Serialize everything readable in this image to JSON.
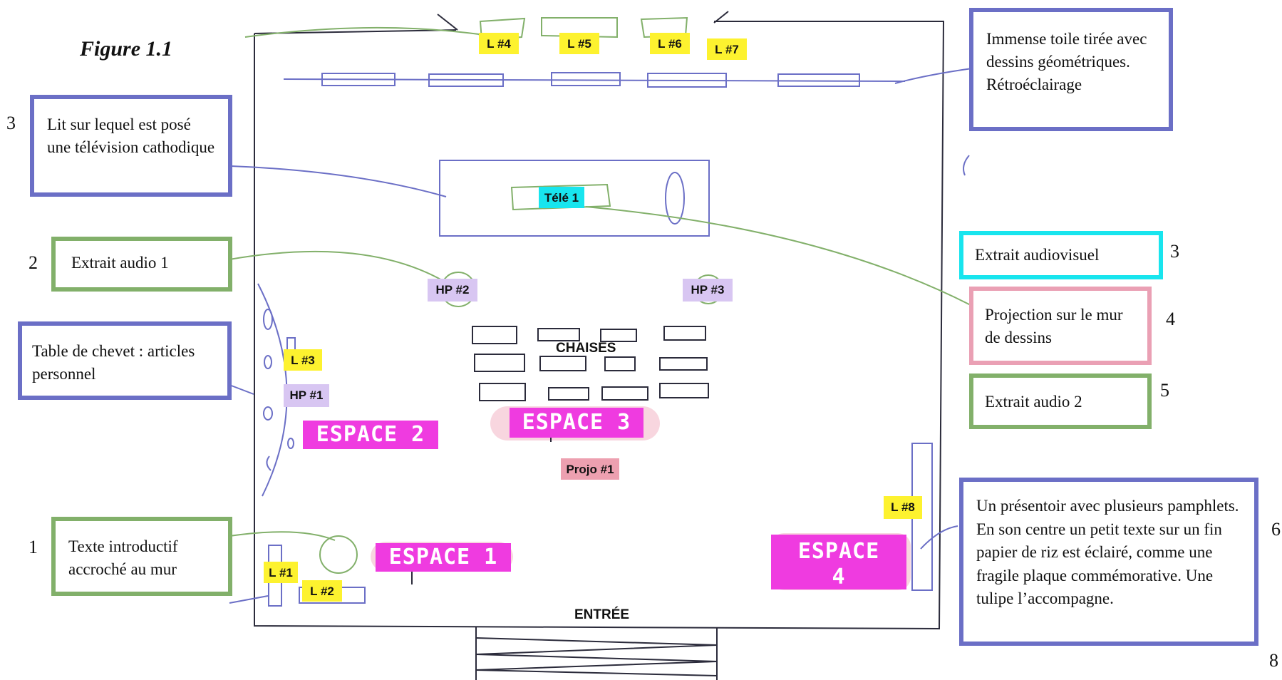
{
  "figure_title": "Figure 1.1",
  "notes": {
    "lit": "Lit  sur lequel est posé une télévision cathodique",
    "audio1": "Extrait audio 1",
    "table": "Table de chevet : articles personnel",
    "texte": "Texte introductif accroché au mur",
    "toile": "Immense toile tirée avec dessins géométriques. Rétroéclairage",
    "audiovisuel": "Extrait audiovisuel",
    "projection": "Projection sur le mur de dessins",
    "audio2": "Extrait audio 2",
    "presentoir": "Un présentoir avec plusieurs pamphlets. En son centre un petit texte sur un fin  papier de riz est éclairé, comme une fragile plaque commémorative. Une tulipe l’accompagne."
  },
  "numbers": {
    "lit": "3",
    "audio1": "2",
    "texte": "1",
    "audiovisuel": "3",
    "projection": "4",
    "audio2": "5",
    "presentoir": "6",
    "page": "8"
  },
  "lights": {
    "l1": "L #1",
    "l2": "L #2",
    "l3": "L #3",
    "l4": "L #4",
    "l5": "L #5",
    "l6": "L #6",
    "l7": "L #7",
    "l8": "L #8"
  },
  "speakers": {
    "hp1": "HP #1",
    "hp2": "HP #2",
    "hp3": "HP #3"
  },
  "tele": "Télé 1",
  "projo": "Projo #1",
  "espaces": {
    "e1": "ESPACE 1",
    "e2": "ESPACE 2",
    "e3": "ESPACE 3",
    "e4": "ESPACE 4"
  },
  "chaises": "CHAISES",
  "entree": "ENTRÉE",
  "colors": {
    "blue": "#6b6fc6",
    "green": "#82b06a",
    "cyan": "#18e5ee",
    "pink": "#eaa0b4",
    "yellow": "#fdf22f",
    "magenta": "#ef3be0",
    "lilac": "#d8c6f2"
  }
}
